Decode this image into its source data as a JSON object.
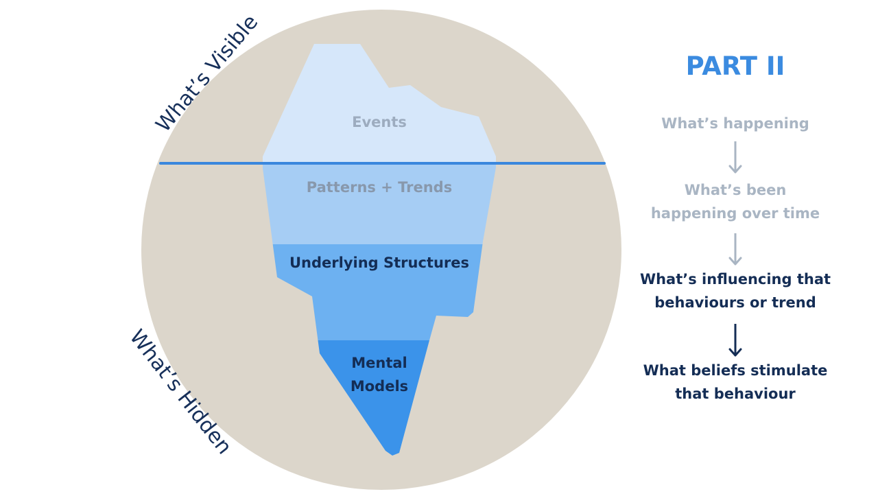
{
  "diagram": {
    "zones": {
      "visible": "What’s Visible",
      "hidden": "What’s Hidden"
    },
    "layers": [
      {
        "id": "events",
        "label": "Events"
      },
      {
        "id": "patterns",
        "label": "Patterns + Trends"
      },
      {
        "id": "structures",
        "label": "Underlying Structures"
      },
      {
        "id": "mental",
        "label_line1": "Mental",
        "label_line2": "Models"
      }
    ]
  },
  "panel": {
    "title": "PART II",
    "steps": [
      {
        "line1": "What’s happening"
      },
      {
        "line1": "What’s been",
        "line2": "happening over time"
      },
      {
        "line1": "What’s influencing that",
        "line2": "behaviours or trend"
      },
      {
        "line1": "What beliefs stimulate",
        "line2": "that behaviour"
      }
    ]
  },
  "colors": {
    "circle": "#dcd6cb",
    "waterline": "#3a87dd",
    "events_layer": "#d6e7fa",
    "patterns_layer": "#a6cdf4",
    "structures_layer": "#6db1f1",
    "mental_layer": "#3b93ea",
    "title_accent": "#3b8be0",
    "muted_text": "#a9b5c3",
    "dark_text": "#142d55"
  }
}
